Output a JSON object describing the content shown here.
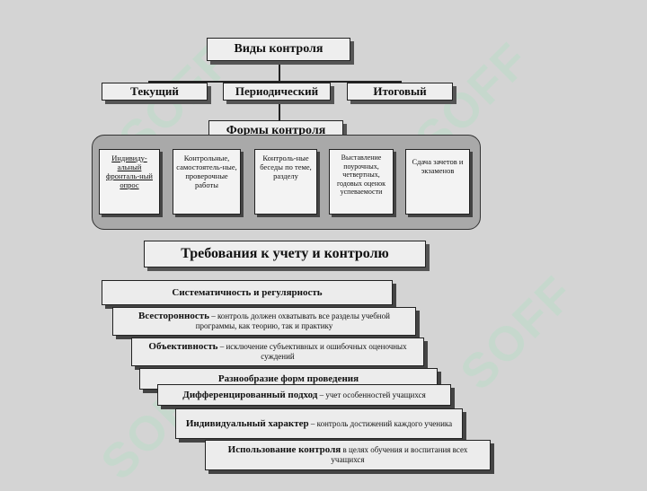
{
  "diagram": {
    "title": "Виды контроля",
    "types": [
      "Текущий",
      "Периодический",
      "Итоговый"
    ],
    "forms_title": "Формы контроля",
    "forms": [
      "Индивиду-альный фронталь-ный опрос",
      "Контрольные, самостоятель-ные, проверочные работы",
      "Контроль-ные беседы по теме, разделу",
      "Выставление поурочных, четвертных, годовых оценок успеваемости",
      "Сдача зачетов и экзаменов"
    ],
    "requirements_title": "Требования к учету и контролю",
    "requirements": [
      {
        "term": "Систематичность и регулярность",
        "desc": ""
      },
      {
        "term": "Всесторонность",
        "desc": "– контроль должен охватывать все разделы учебной программы, как теорию, так и практику"
      },
      {
        "term": "Объективность",
        "desc": "– исключение субъективных и ошибочных оценочных суждений"
      },
      {
        "term": "Разнообразие форм проведения",
        "desc": ""
      },
      {
        "term": "Дифференцированный подход",
        "desc": "– учет особенностей учащихся"
      },
      {
        "term": "Индивидуальный характер",
        "desc": "– контроль достижений каждого ученика"
      },
      {
        "term": "Использование контроля",
        "desc": "в целях обучения и воспитания всех учащихся"
      }
    ]
  },
  "watermark": "SOFF"
}
